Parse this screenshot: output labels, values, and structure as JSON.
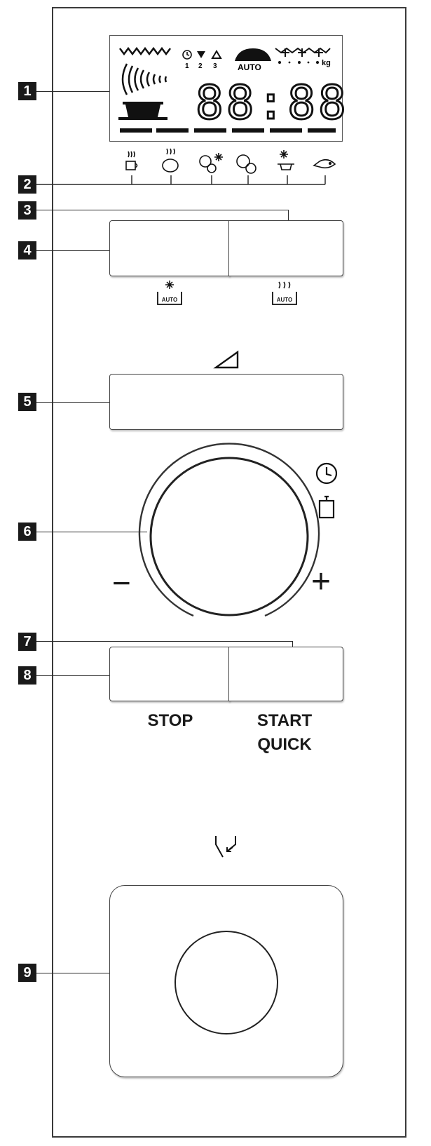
{
  "callouts": [
    "1",
    "2",
    "3",
    "4",
    "5",
    "6",
    "7",
    "8",
    "9"
  ],
  "display": {
    "digits": "88:88",
    "auto_label": "AUTO",
    "kg_label": "kg",
    "step_labels": [
      "1",
      "2",
      "3"
    ]
  },
  "buttons": {
    "defrost_auto_badge": "AUTO",
    "reheat_auto_badge": "AUTO",
    "stop_label": "STOP",
    "start_label": "START",
    "quick_label": "QUICK"
  },
  "knob": {
    "minus": "−",
    "plus": "+"
  },
  "icons": {
    "display": [
      "power-waves-icon",
      "grill-icon",
      "dish-icon",
      "clock-icon",
      "weight-down-icon",
      "weight-up-icon",
      "bread-icon",
      "defrost-icon",
      "drops-icon"
    ],
    "programs": [
      "beverage-icon",
      "potato-icon",
      "vegetables-defrost-icon",
      "vegetables-icon",
      "frozen-dish-icon",
      "fish-icon"
    ],
    "controls": [
      "weight-triangle-icon",
      "clock-icon",
      "timer-icon",
      "door-open-icon"
    ]
  }
}
